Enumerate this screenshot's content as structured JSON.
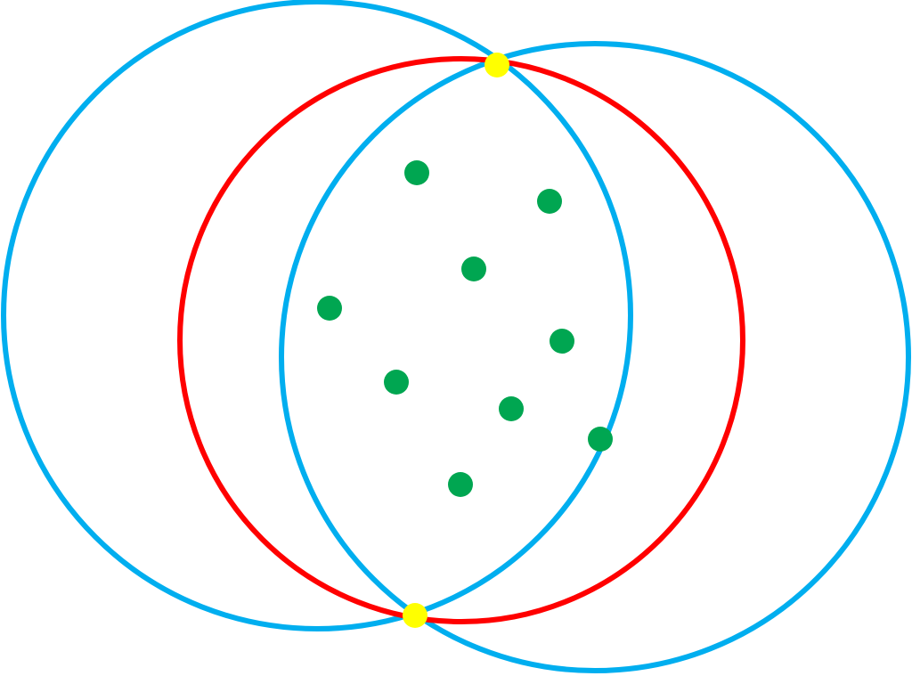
{
  "diagram": {
    "colors": {
      "background": "#ffffff",
      "outer_circle_stroke": "#00aeef",
      "inner_circle_stroke": "#ff0000",
      "intersection_point_fill": "#ffff00",
      "data_point_fill": "#00a651"
    },
    "circles": [
      {
        "id": "left-blue-circle",
        "role": "outer",
        "color": "#00aeef"
      },
      {
        "id": "right-blue-circle",
        "role": "outer",
        "color": "#00aeef"
      },
      {
        "id": "red-circle",
        "role": "inner",
        "color": "#ff0000"
      }
    ],
    "intersection_points": [
      {
        "id": "top-intersection",
        "color": "#ffff00"
      },
      {
        "id": "bottom-intersection",
        "color": "#ffff00"
      }
    ],
    "data_point_count": 9,
    "data_point_color": "#00a651"
  }
}
